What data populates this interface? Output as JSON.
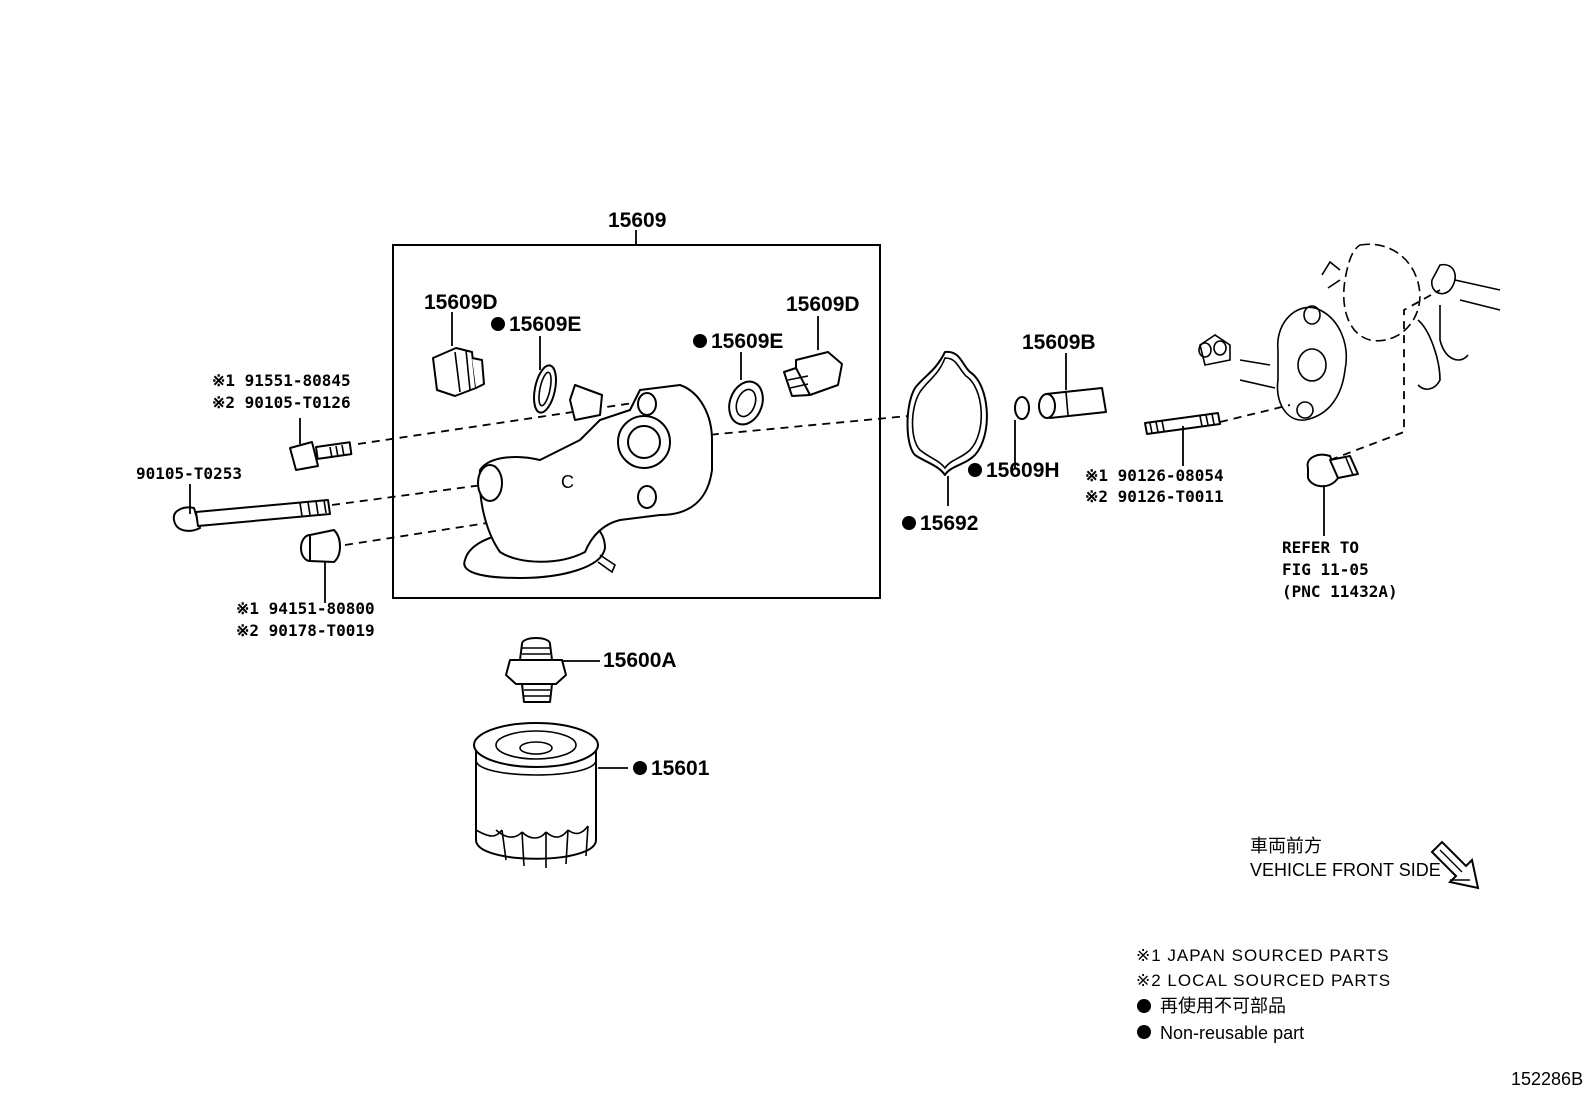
{
  "callouts": {
    "assembly": "15609",
    "plug_left": "15609D",
    "gasket_left": "15609E",
    "gasket_right": "15609E",
    "plug_right": "15609D",
    "pipe": "15609B",
    "small_gasket": "15609H",
    "housing_gasket": "15692",
    "union": "15600A",
    "filter": "15601"
  },
  "bolts": {
    "upper_j": "※1 91551-80845",
    "upper_l": "※2 90105-T0126",
    "long": "90105-T0253",
    "lower_j": "※1 94151-80800",
    "lower_l": "※2 90178-T0019",
    "stud_j": "※1 90126-08054",
    "stud_l": "※2 90126-T0011"
  },
  "refer": {
    "line1": "REFER TO",
    "line2": "FIG 11-05",
    "line3": "(PNC 11432A)"
  },
  "direction": {
    "jp": "車両前方",
    "en": "VEHICLE FRONT SIDE"
  },
  "legend": {
    "japan": "※1 JAPAN SOURCED PARTS",
    "local": "※2 LOCAL SOURCED PARTS",
    "nonreuse_jp": "再使用不可部品",
    "nonreuse_en": "Non-reusable part"
  },
  "figure_id": "152286B",
  "colors": {
    "ink": "#000000",
    "paper": "#ffffff"
  }
}
